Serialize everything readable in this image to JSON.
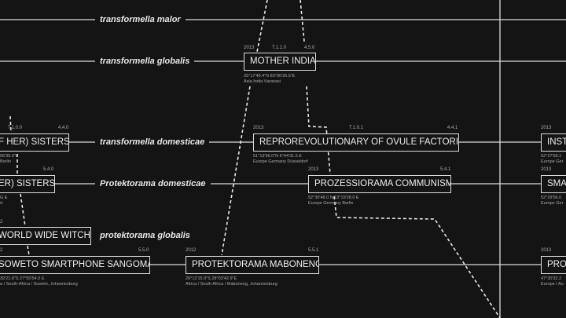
{
  "rows": {
    "transformella_malor": "transformella malor",
    "transformella_globalis": "transformella globalis",
    "transformella_domesticae": "transformella domesticae",
    "protektorama_domesticae": "Protektorama domesticae",
    "protektorama_globalis": "protektorama globalis"
  },
  "nodes": {
    "mother_india": {
      "title": "MOTHER INDIA",
      "year": "2013",
      "code": "T.1.1.0",
      "num": "4.5.0",
      "coords": "25°17'49.4\"N 83°00'26.5\"E",
      "place": "Asia India Varanasi"
    },
    "her_sisters_1": {
      "title": "F HER) SISTERS",
      "code": "T.1.0.0",
      "num": "4.4.0",
      "coords": "06'39.9\"E",
      "place": "Berlin"
    },
    "her_sisters_2": {
      "title": "ER) SISTERS",
      "num": "5.4.0",
      "coords": "G E",
      "place": "rt"
    },
    "world_wide_witch": {
      "title": "WORLD WIDE WITCH",
      "year": "2"
    },
    "soweto": {
      "title": "SOWETO SMARTPHONE SANGOMA",
      "year": "2",
      "num": "5.5.0",
      "coords": "39'21.6\"S 27°50'54.0 E",
      "place": "a / South-Africa / Soweto, Johannesburg"
    },
    "maboneng": {
      "title": "PROTEKTORAMA MABONENG",
      "year": "2012",
      "num": "5.5.1",
      "coords": "26°12'15.9\"S 28°03'42.9\"E",
      "place": "Africa / South Africa / Maboneng, Johannesburg"
    },
    "reprorevolutionary": {
      "title": "REPROREVOLUTIONARY OF OVULE FACTORIES",
      "year": "2013",
      "code": "T.1.0.1",
      "num": "4.4.1",
      "coords": "51°13'56.0\"N 6°44'31.5 E",
      "place": "Europe Germany Düsseldorf"
    },
    "prozessiorama": {
      "title": "PROZESSIORAMA COMMUNISM",
      "year": "2013",
      "num": "5.4.1",
      "coords": "52°30'48.0 N 13°19'28.0 E",
      "place": "Europe Germany Berlin"
    },
    "inst": {
      "title": "INST",
      "year": "2013",
      "coords": "52°27'59.1",
      "place": "Europe Ger"
    },
    "sma": {
      "title": "SMA",
      "year": "2013",
      "coords": "52°29'56.0",
      "place": "Europe Ger"
    },
    "prot": {
      "title": "PROT",
      "year": "2013",
      "coords": "47°30'32.2",
      "place": "Europe / Au"
    }
  }
}
